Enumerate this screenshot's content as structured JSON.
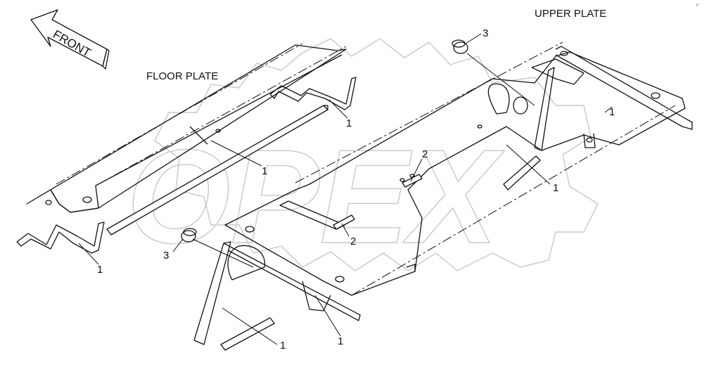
{
  "diagram": {
    "direction_arrow": "FRONT",
    "labels": {
      "floor_plate": "FLOOR PLATE",
      "upper_plate": "UPPER PLATE"
    },
    "watermark": "OPEX",
    "corner_code": "p",
    "callouts": {
      "c1": "1",
      "c2": "1",
      "c3": "1",
      "c4": "1",
      "c5": "1",
      "c6": "1",
      "c7": "1",
      "c8": "2",
      "c9": "2",
      "c10": "3",
      "c11": "3"
    }
  }
}
